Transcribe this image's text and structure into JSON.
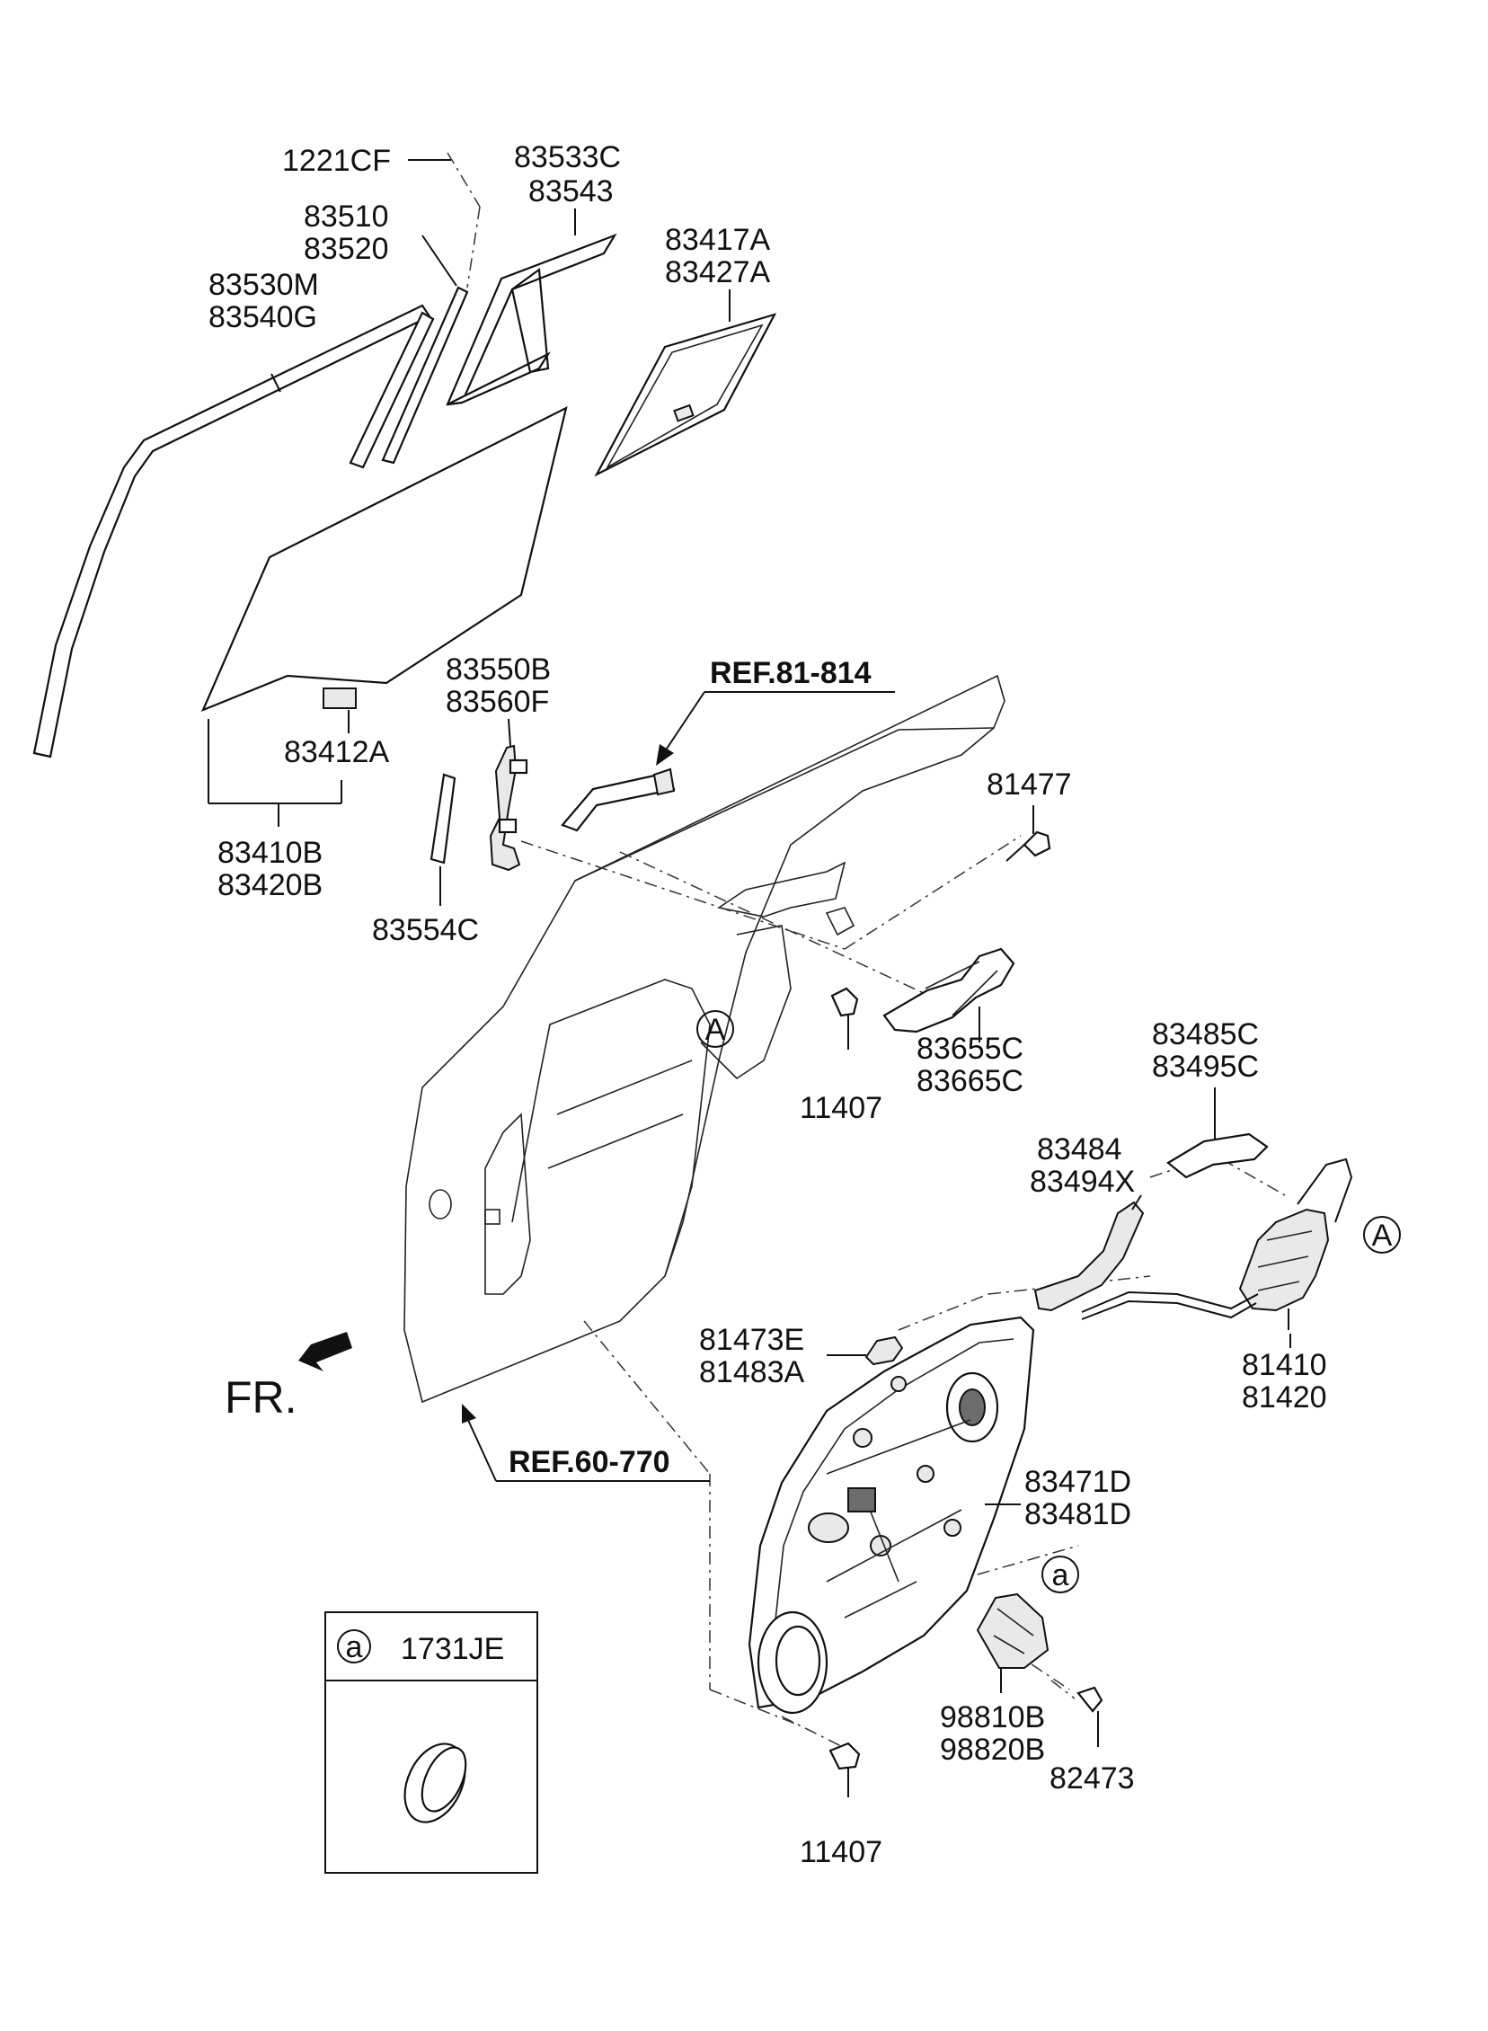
{
  "labels": {
    "p1221CF": "1221CF",
    "p83533C": "83533C",
    "p83543": "83543",
    "p83510": "83510",
    "p83520": "83520",
    "p83417A": "83417A",
    "p83427A": "83427A",
    "p83530M": "83530M",
    "p83540G": "83540G",
    "p83550B": "83550B",
    "p83560F": "83560F",
    "p83412A": "83412A",
    "p83410B": "83410B",
    "p83420B": "83420B",
    "p83554C": "83554C",
    "p81477": "81477",
    "p83655C": "83655C",
    "p83665C": "83665C",
    "p11407a": "11407",
    "p83485C": "83485C",
    "p83495C": "83495C",
    "p83484": "83484",
    "p83494X": "83494X",
    "p81410": "81410",
    "p81420": "81420",
    "p81473E": "81473E",
    "p81483A": "81483A",
    "p83471D": "83471D",
    "p83481D": "83481D",
    "p98810B": "98810B",
    "p98820B": "98820B",
    "p82473": "82473",
    "p11407b": "11407"
  },
  "refs": {
    "ref81": "REF.81-814",
    "ref60": "REF.60-770"
  },
  "front_label": "FR.",
  "callouts": {
    "A1": "A",
    "A2": "A",
    "a1": "a"
  },
  "legend": {
    "key": "a",
    "part": "1731JE"
  }
}
